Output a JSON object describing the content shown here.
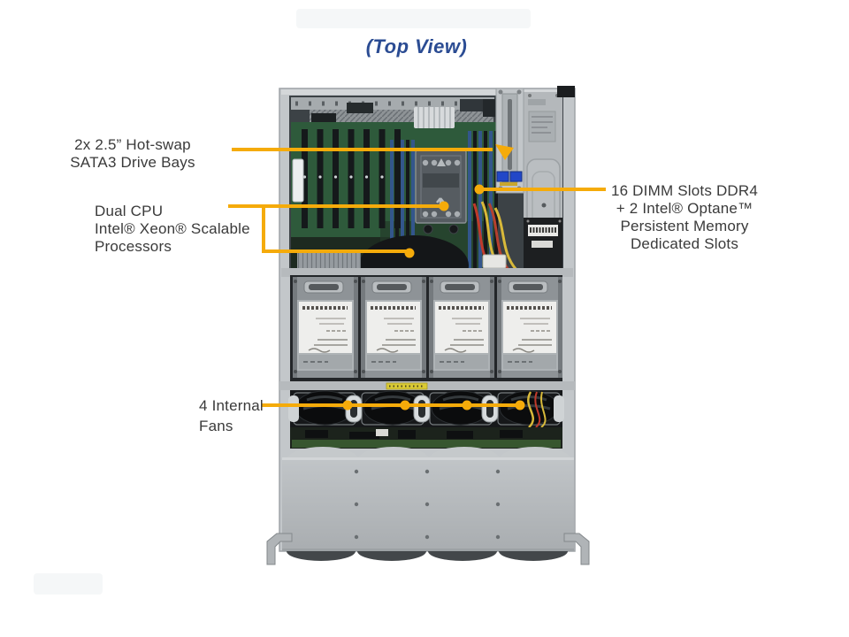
{
  "title": {
    "text": "(Top View)"
  },
  "colors": {
    "accent": "#F5AB0A",
    "title_blue": "#2B4C93",
    "label_gray": "#3A3A3A"
  },
  "callouts": {
    "drive_bays": {
      "lines": [
        "2x 2.5” Hot-swap",
        "SATA3 Drive Bays"
      ]
    },
    "dual_cpu": {
      "lines": [
        "Dual CPU",
        "Intel® Xeon® Scalable",
        "Processors"
      ]
    },
    "dimm": {
      "lines": [
        "16 DIMM Slots DDR4",
        "+ 2 Intel®  Optane™",
        "Persistent Memory",
        "Dedicated Slots"
      ]
    },
    "fans": {
      "lines": [
        "4 Internal",
        "Fans"
      ]
    }
  }
}
